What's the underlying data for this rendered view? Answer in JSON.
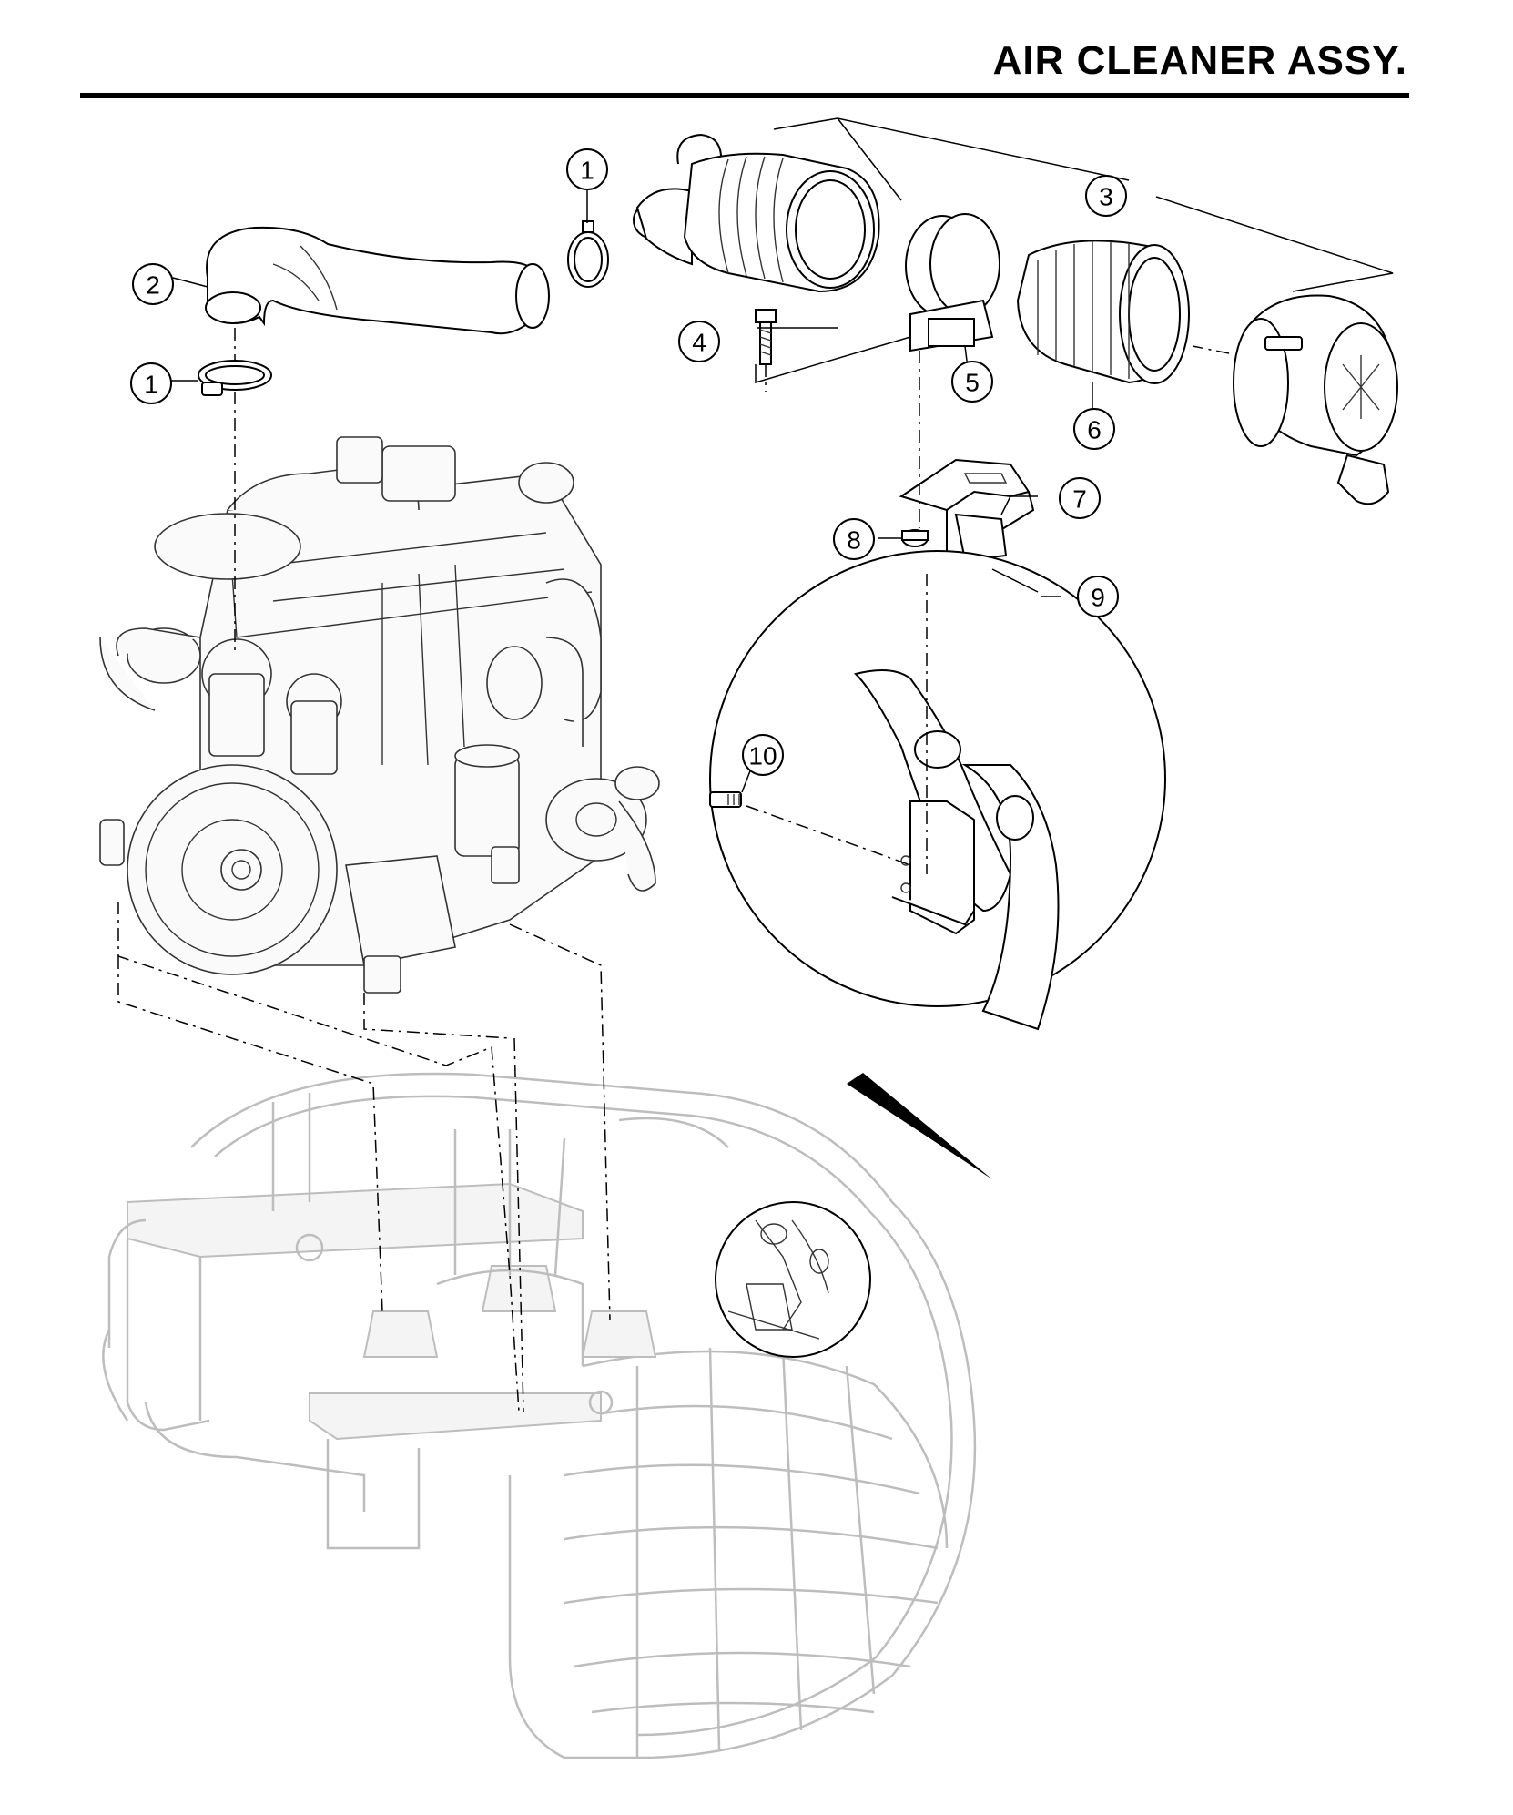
{
  "header": {
    "title": "AIR CLEANER ASSY."
  },
  "callouts": [
    "1",
    "2",
    "1",
    "3",
    "4",
    "5",
    "6",
    "7",
    "8",
    "9",
    "10"
  ],
  "colors": {
    "ink": "#000000",
    "frame_ghost": "#bdbdbd",
    "background": "#ffffff"
  }
}
